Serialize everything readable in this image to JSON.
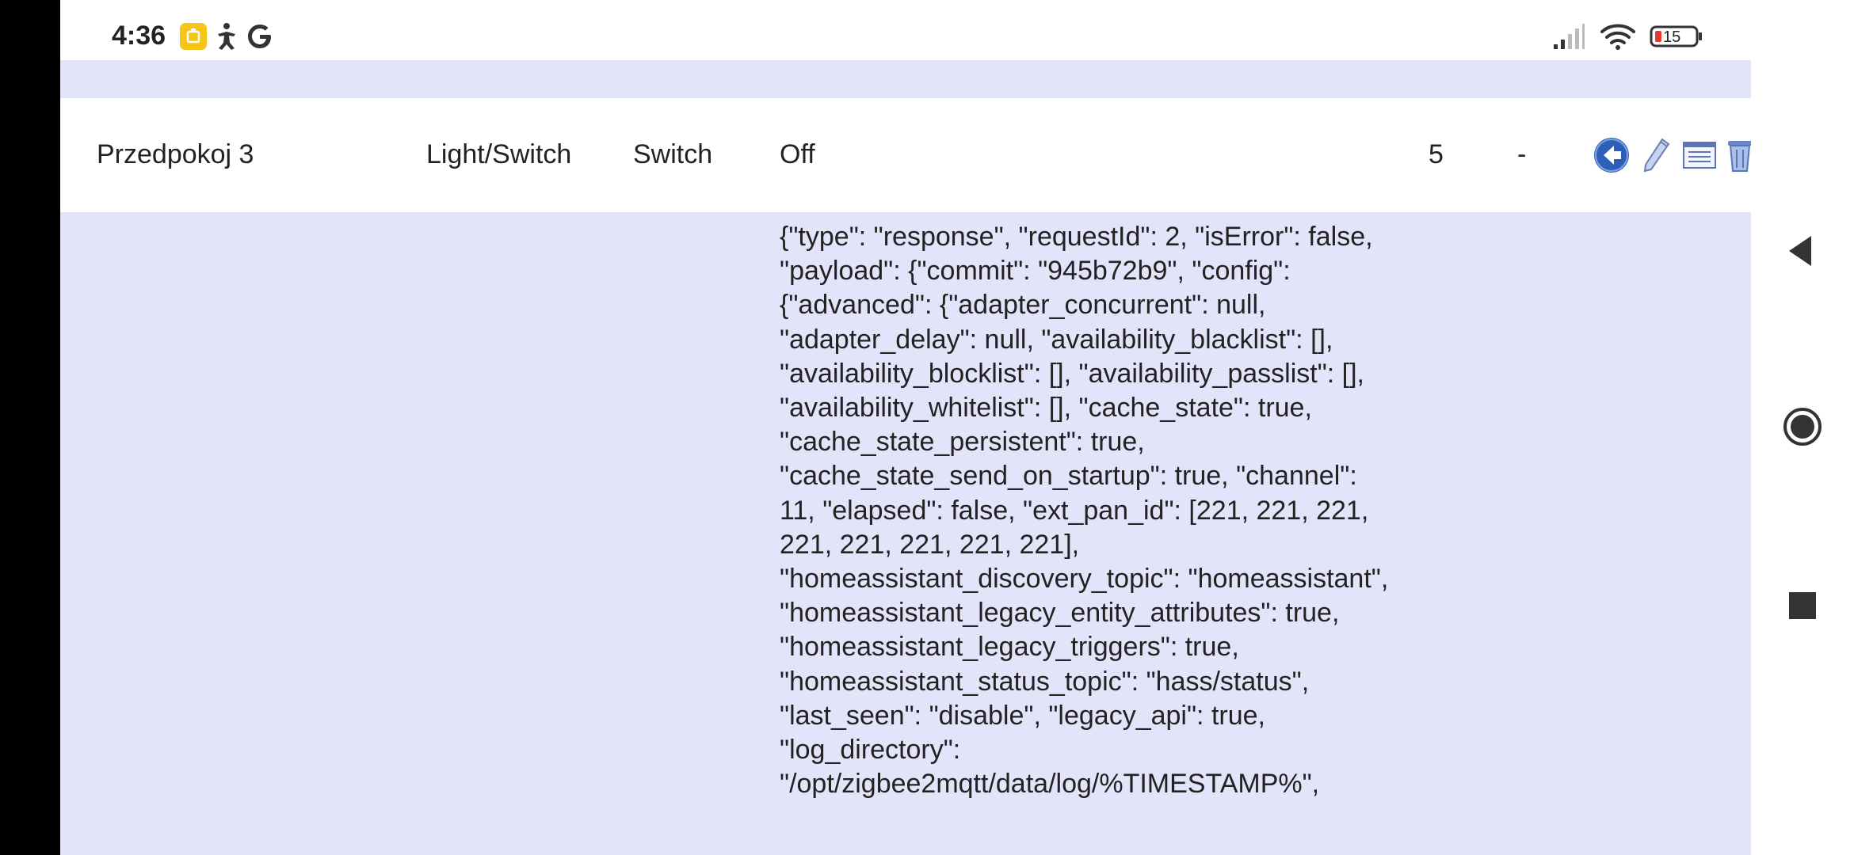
{
  "status_bar": {
    "time": "4:36",
    "battery_level": "15",
    "icons": [
      "app-badge-icon",
      "accessibility-icon",
      "google-icon",
      "signal-icon",
      "wifi-icon",
      "battery-icon"
    ]
  },
  "device_row": {
    "name": "Przedpokoj 3",
    "type": "Light/Switch",
    "subtype": "Switch",
    "state": "Off",
    "number": "5",
    "dash": "-",
    "actions": [
      "back-icon",
      "edit-icon",
      "log-icon",
      "delete-icon"
    ]
  },
  "detail": {
    "json_text": "{\"type\": \"response\", \"requestId\": 2, \"isError\": false, \"payload\": {\"commit\": \"945b72b9\", \"config\": {\"advanced\": {\"adapter_concurrent\": null, \"adapter_delay\": null, \"availability_blacklist\": [], \"availability_blocklist\": [], \"availability_passlist\": [], \"availability_whitelist\": [], \"cache_state\": true, \"cache_state_persistent\": true, \"cache_state_send_on_startup\": true, \"channel\": 11, \"elapsed\": false, \"ext_pan_id\": [221, 221, 221, 221, 221, 221, 221, 221], \"homeassistant_discovery_topic\": \"homeassistant\", \"homeassistant_legacy_entity_attributes\": true, \"homeassistant_legacy_triggers\": true, \"homeassistant_status_topic\": \"hass/status\", \"last_seen\": \"disable\", \"legacy_api\": true, \"log_directory\": \"/opt/zigbee2mqtt/data/log/%TIMESTAMP%\","
  },
  "colors": {
    "band": "#e3e3fa",
    "row": "#ffffff",
    "text": "#222222",
    "action_blue": "#2d5fb8"
  }
}
